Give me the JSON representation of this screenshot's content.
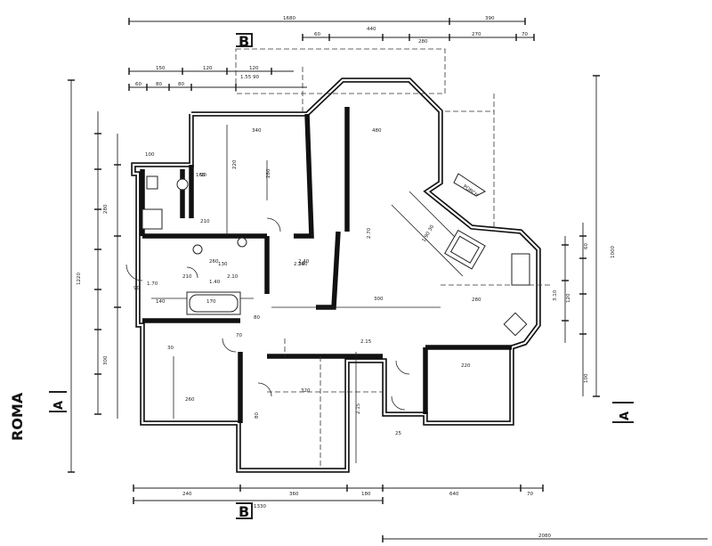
{
  "dimensions": {
    "top_total": "1680",
    "top_right": "390",
    "top_row2": [
      "60",
      "440",
      "270",
      "280",
      "70"
    ],
    "top_row3": [
      "150",
      "120",
      "120"
    ],
    "top_row4": [
      "60",
      "80",
      "80",
      "1.55 90"
    ],
    "bottom_row1": [
      "240",
      "360",
      "180",
      "640",
      "70"
    ],
    "bottom_total": "1330",
    "bottom_far": "2080",
    "left_total": "1220",
    "right_total": "1000"
  },
  "room_labels": [
    "340",
    "260",
    "480",
    "90",
    "210",
    "220",
    "130",
    "240",
    "140",
    "170",
    "210",
    "260",
    "300",
    "320",
    "280",
    "220",
    "30",
    "280",
    "2.30",
    "1.90 30",
    "100",
    "165",
    "280",
    "2.15",
    "2.70",
    "90",
    "70",
    "80",
    "120",
    "100",
    "3.10",
    "60",
    "300",
    "2.40",
    "1.70",
    "1.40",
    "2.10",
    "80",
    "2.15",
    "25"
  ],
  "section_marks": {
    "top": "B",
    "bottom": "B",
    "left": "A",
    "right": "A"
  },
  "stamp": "PORCH",
  "side_text": "ROMA"
}
